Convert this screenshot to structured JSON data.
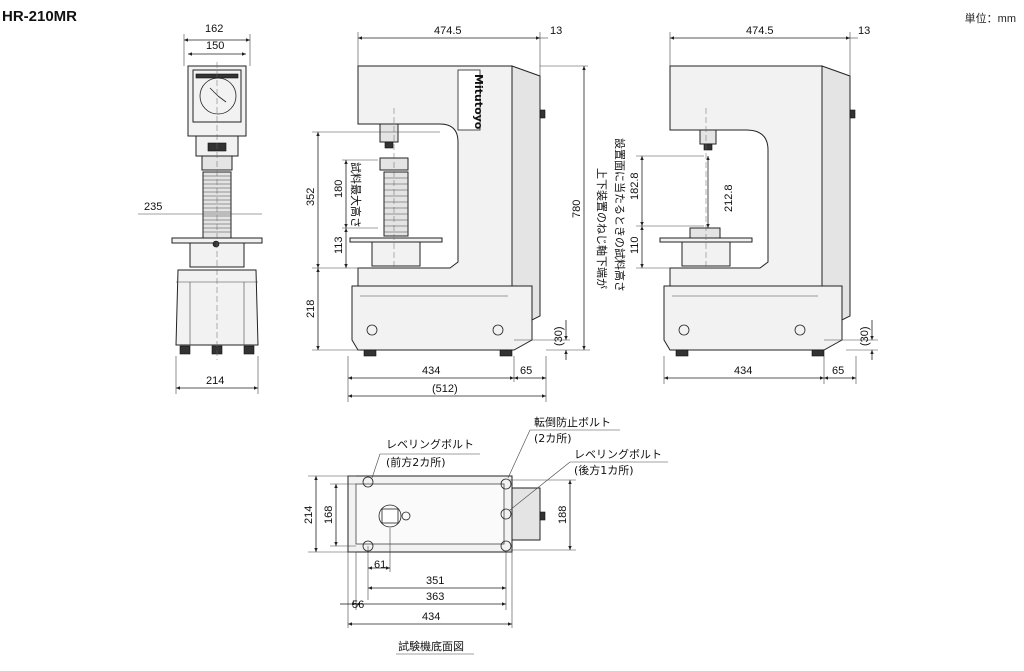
{
  "header": {
    "model": "HR-210MR",
    "unit": "単位：mm"
  },
  "front_view": {
    "w162": "162",
    "w150": "150",
    "d235": "235",
    "w214": "214"
  },
  "side_view": {
    "w474": "474.5",
    "w13": "13",
    "h352": "352",
    "h180": "180",
    "h113": "113",
    "h218": "218",
    "h780": "780",
    "h30": "(30)",
    "w434": "434",
    "w65": "65",
    "w512": "(512)",
    "sample_max_height": "試料最大高さ",
    "vertical_note_1": "上下装置のねじ軸下端が",
    "vertical_note_2": "設置面に当たるときの試料高さ",
    "brand": "Mitutoyo"
  },
  "right_view": {
    "w474": "474.5",
    "w13": "13",
    "h182": "182.8",
    "h212": "212.8",
    "h110": "110",
    "h30": "(30)",
    "w434": "434",
    "w65": "65"
  },
  "bottom_view": {
    "h214": "214",
    "h168": "168",
    "h188": "188",
    "w61": "61",
    "w351": "351",
    "w56": "56",
    "w363": "363",
    "w434": "434",
    "leveling_front": "レベリングボルト",
    "leveling_front_count": "(前方2カ所)",
    "anti_tip": "転倒防止ボルト",
    "anti_tip_count": "(2カ所)",
    "leveling_rear": "レベリングボルト",
    "leveling_rear_count": "(後方1カ所)",
    "caption": "試験機底面図"
  }
}
